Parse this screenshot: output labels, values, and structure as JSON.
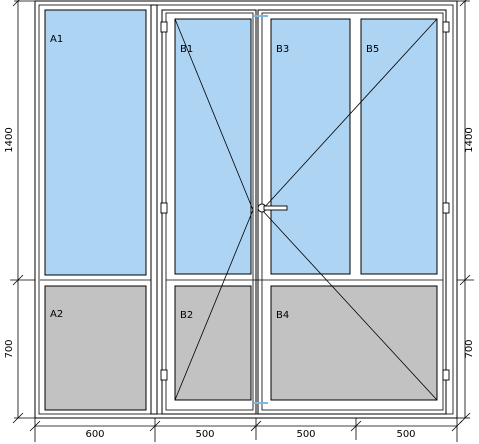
{
  "panes": {
    "a1": "A1",
    "a2": "A2",
    "b1": "B1",
    "b2": "B2",
    "b3": "B3",
    "b4": "B4",
    "b5": "B5"
  },
  "dimensions": {
    "top_height": "1400",
    "bottom_height": "700",
    "widths": [
      "600",
      "500",
      "500",
      "500"
    ]
  },
  "colors": {
    "glass": "#aed4f4",
    "panel": "#c2c2c2",
    "handle_accent": "#7ab8e6"
  }
}
